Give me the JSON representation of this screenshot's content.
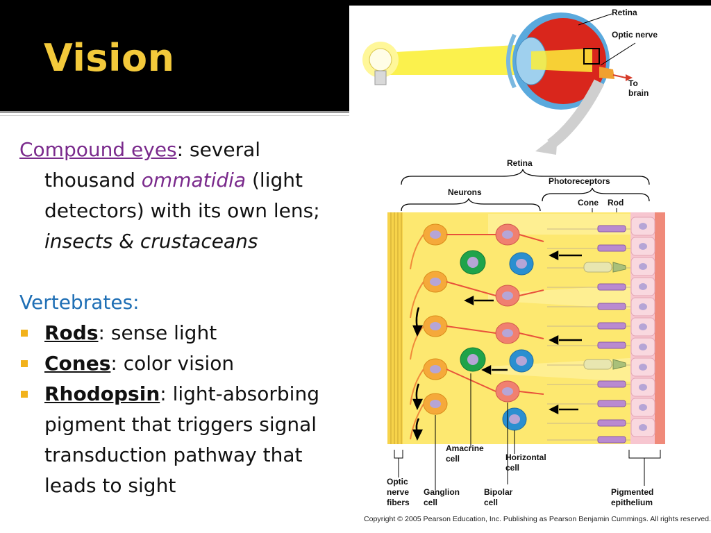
{
  "slide": {
    "title": "Vision",
    "compound": {
      "term": "Compound eyes",
      "colon": ":",
      "text1": " several thousand ",
      "emph": "ommatidia",
      "text2": " (light detectors) with its own lens; ",
      "italic": "insects & crustaceans"
    },
    "vertebrates_heading": "Vertebrates:",
    "bullets": [
      {
        "term": "Rods",
        "rest": ": sense light"
      },
      {
        "term": "Cones",
        "rest": ": color vision"
      },
      {
        "term": "Rhodopsin",
        "rest": ": light-absorbing pigment that triggers signal transduction pathway that leads to sight"
      }
    ]
  },
  "figure": {
    "labels": {
      "retina_top": "Retina",
      "optic_nerve": "Optic nerve",
      "to": "To",
      "brain": "brain",
      "retina": "Retina",
      "photoreceptors": "Photoreceptors",
      "neurons": "Neurons",
      "cone": "Cone",
      "rod": "Rod",
      "amacrine_1": "Amacrine",
      "amacrine_2": "cell",
      "horizontal_1": "Horizontal",
      "horizontal_2": "cell",
      "optic_1": "Optic",
      "optic_2": "nerve",
      "optic_3": "fibers",
      "ganglion_1": "Ganglion",
      "ganglion_2": "cell",
      "bipolar_1": "Bipolar",
      "bipolar_2": "cell",
      "pigmented_1": "Pigmented",
      "pigmented_2": "epithelium"
    },
    "copyright": "Copyright © 2005 Pearson Education, Inc. Publishing as Pearson Benjamin Cummings. All rights reserved.",
    "colors": {
      "ganglion": "#f5a93a",
      "bipolar": "#f08070",
      "amacrine": "#1fa34a",
      "horizontal": "#2a8fd0",
      "rod": "#b98ad0",
      "cone": "#e8e6b0",
      "epithelium": "#f7c6d0",
      "background": "#fde870"
    }
  }
}
